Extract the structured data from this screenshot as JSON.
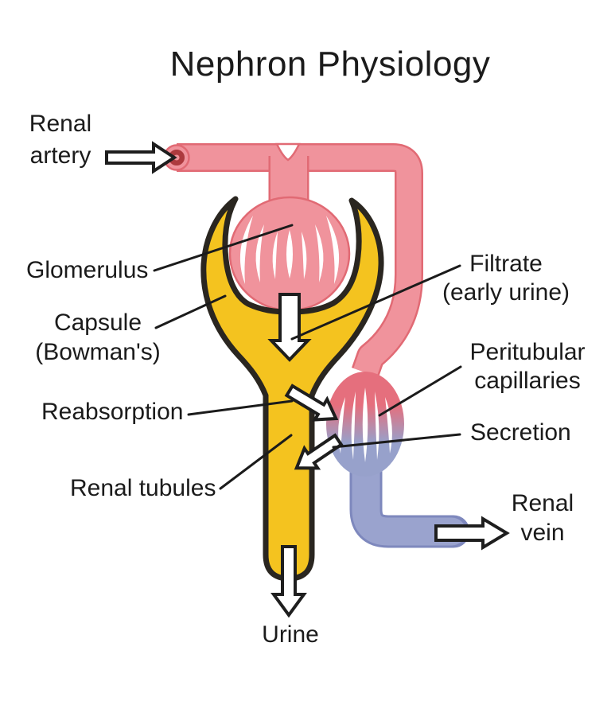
{
  "title": "Nephron Physiology",
  "labels": {
    "renal_artery": {
      "line1": "Renal",
      "line2": "artery"
    },
    "glomerulus": "Glomerulus",
    "capsule": {
      "line1": "Capsule",
      "line2": "(Bowman's)"
    },
    "reabsorption": "Reabsorption",
    "renal_tubules": "Renal tubules",
    "filtrate": {
      "line1": "Filtrate",
      "line2": "(early urine)"
    },
    "peritubular": {
      "line1": "Peritubular",
      "line2": "capillaries"
    },
    "secretion": "Secretion",
    "renal_vein": {
      "line1": "Renal",
      "line2": "vein"
    },
    "urine": "Urine"
  },
  "colors": {
    "background": "#FFFFFF",
    "text": "#1B1B1B",
    "line": "#1B1B1B",
    "artery_pink": "#F0939C",
    "artery_outline": "#E16A74",
    "artery_core": "#AD3A3E",
    "capsule_yellow": "#F4C31F",
    "capsule_outline": "#2A2620",
    "capillary_red": "#E56F7D",
    "capillary_blue": "#97A1CB",
    "vein_blue": "#9AA3CE",
    "vein_outline": "#7E88BD",
    "arrow_fill": "#FFFFFF",
    "arrow_outline": "#1E1E1E"
  }
}
